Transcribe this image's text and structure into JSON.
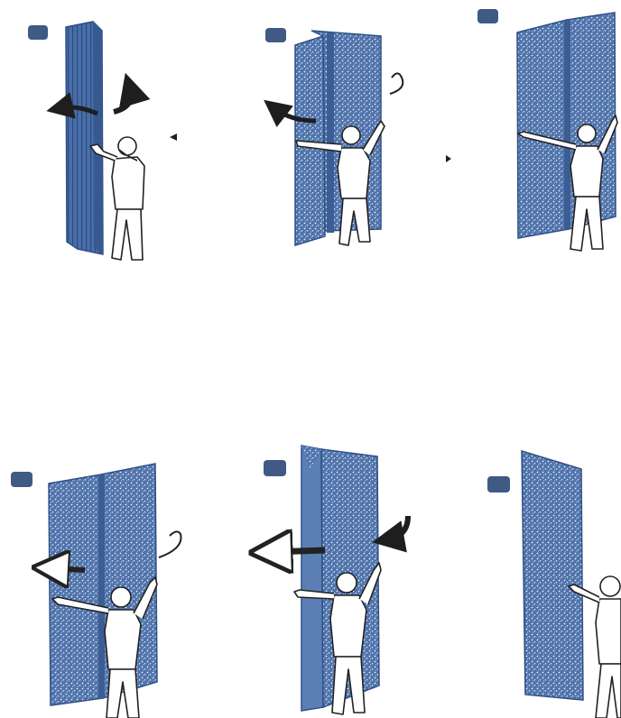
{
  "colors": {
    "panel_fill": "#5b7fb5",
    "panel_edge": "#2f4f85",
    "panel_speckle": "#e8eef8",
    "badge": "#3f5a83",
    "figure_stroke": "#222222",
    "figure_fill": "#ffffff",
    "arrow": "#1e1e1e"
  },
  "steps": [
    {
      "badge_text": "",
      "panel_state": "folded",
      "arrows": [
        "rotate-left",
        "rotate-right"
      ]
    },
    {
      "badge_text": "",
      "panel_state": "unfolding",
      "arrows": [
        "swing-left",
        "curl-right"
      ]
    },
    {
      "badge_text": "",
      "panel_state": "open-two-leaf",
      "arrows": []
    },
    {
      "badge_text": "",
      "panel_state": "open-two-leaf",
      "arrows": [
        "push-left",
        "curl-right"
      ]
    },
    {
      "badge_text": "",
      "panel_state": "folding",
      "arrows": [
        "push-left",
        "curl-down"
      ]
    },
    {
      "badge_text": "",
      "panel_state": "single-sheet",
      "arrows": []
    }
  ]
}
